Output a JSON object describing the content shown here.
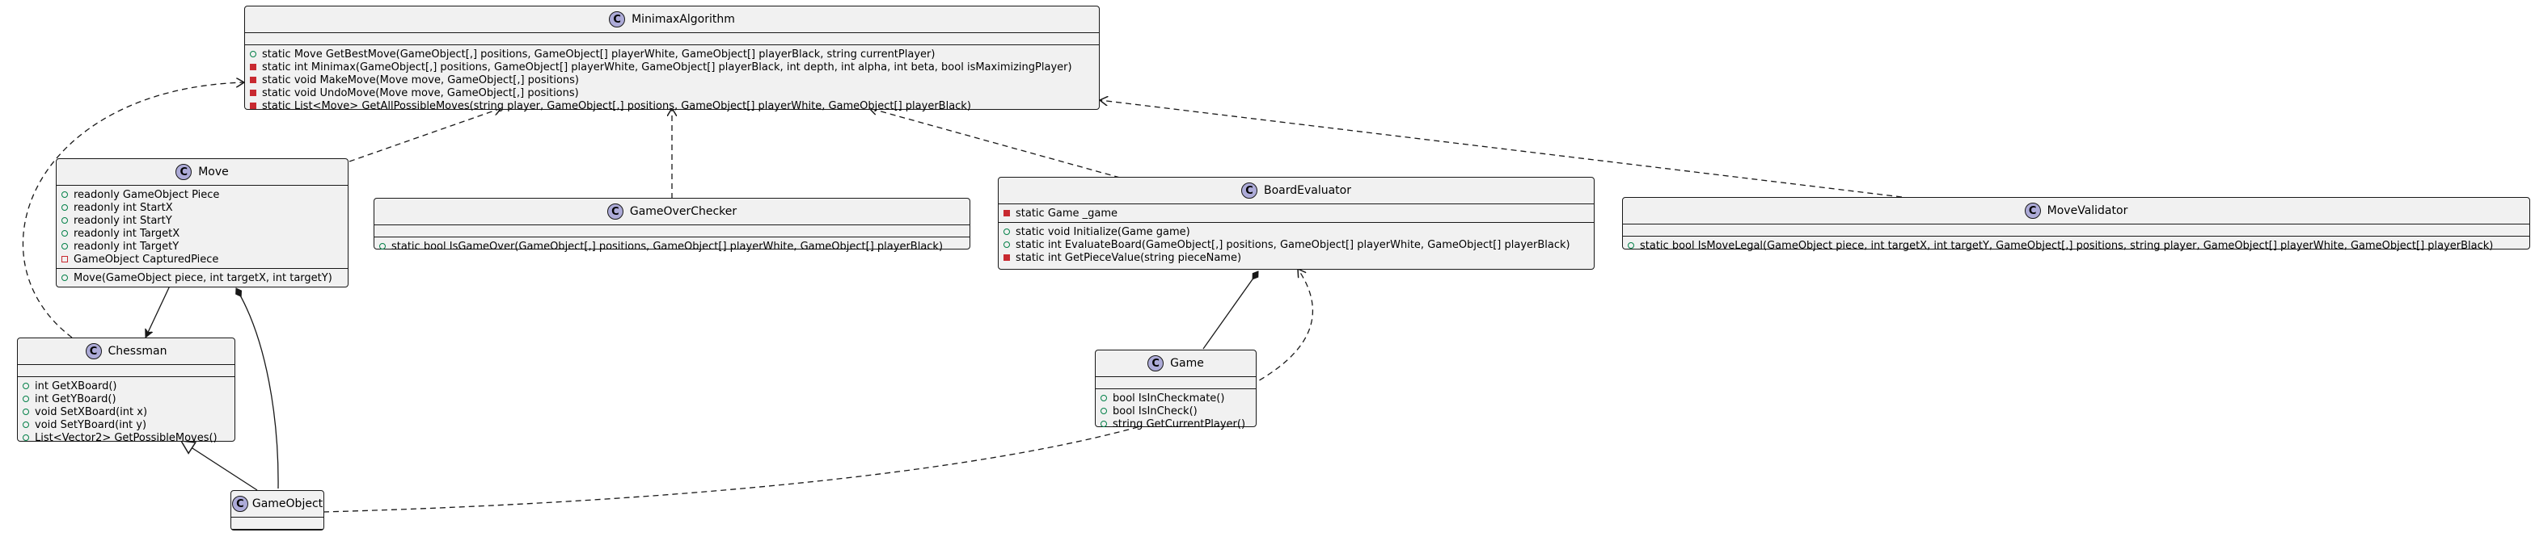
{
  "classes": [
    {
      "id": "minimax",
      "name": "MinimaxAlgorithm",
      "fields": [],
      "methods": [
        {
          "vis": "public",
          "text": "static Move GetBestMove(GameObject[,] positions, GameObject[] playerWhite, GameObject[] playerBlack, string currentPlayer)"
        },
        {
          "vis": "private",
          "text": "static int Minimax(GameObject[,] positions, GameObject[] playerWhite, GameObject[] playerBlack, int depth, int alpha, int beta, bool isMaximizingPlayer)"
        },
        {
          "vis": "private",
          "text": "static void MakeMove(Move move, GameObject[,] positions)"
        },
        {
          "vis": "private",
          "text": "static void UndoMove(Move move, GameObject[,] positions)"
        },
        {
          "vis": "private",
          "text": "static List<Move> GetAllPossibleMoves(string player, GameObject[,] positions, GameObject[] playerWhite, GameObject[] playerBlack)"
        }
      ]
    },
    {
      "id": "move",
      "name": "Move",
      "fields": [
        {
          "vis": "public",
          "text": "readonly GameObject Piece"
        },
        {
          "vis": "public",
          "text": "readonly int StartX"
        },
        {
          "vis": "public",
          "text": "readonly int StartY"
        },
        {
          "vis": "public",
          "text": "readonly int TargetX"
        },
        {
          "vis": "public",
          "text": "readonly int TargetY"
        },
        {
          "vis": "private",
          "text": "GameObject CapturedPiece"
        }
      ],
      "methods": [
        {
          "vis": "public",
          "text": "Move(GameObject piece, int targetX, int targetY)"
        }
      ]
    },
    {
      "id": "gameover",
      "name": "GameOverChecker",
      "fields": [],
      "methods": [
        {
          "vis": "public",
          "text": "static bool IsGameOver(GameObject[,] positions, GameObject[] playerWhite, GameObject[] playerBlack)"
        }
      ]
    },
    {
      "id": "evaluator",
      "name": "BoardEvaluator",
      "fields": [
        {
          "vis": "private",
          "text": "static Game _game"
        }
      ],
      "methods": [
        {
          "vis": "public",
          "text": "static void Initialize(Game game)"
        },
        {
          "vis": "public",
          "text": "static int EvaluateBoard(GameObject[,] positions, GameObject[] playerWhite, GameObject[] playerBlack)"
        },
        {
          "vis": "private",
          "text": "static int GetPieceValue(string pieceName)"
        }
      ]
    },
    {
      "id": "validator",
      "name": "MoveValidator",
      "fields": [],
      "methods": [
        {
          "vis": "public",
          "text": "static bool IsMoveLegal(GameObject piece, int targetX, int targetY, GameObject[,] positions, string player, GameObject[] playerWhite, GameObject[] playerBlack)"
        }
      ]
    },
    {
      "id": "chessman",
      "name": "Chessman",
      "fields": [],
      "methods": [
        {
          "vis": "public",
          "text": "int GetXBoard()"
        },
        {
          "vis": "public",
          "text": "int GetYBoard()"
        },
        {
          "vis": "public",
          "text": "void SetXBoard(int x)"
        },
        {
          "vis": "public",
          "text": "void SetYBoard(int y)"
        },
        {
          "vis": "public",
          "text": "List<Vector2> GetPossibleMoves()"
        }
      ]
    },
    {
      "id": "game",
      "name": "Game",
      "fields": [],
      "methods": [
        {
          "vis": "public",
          "text": "bool IsInCheckmate()"
        },
        {
          "vis": "public",
          "text": "bool IsInCheck()"
        },
        {
          "vis": "public",
          "text": "string GetCurrentPlayer()"
        }
      ]
    },
    {
      "id": "gameobject",
      "name": "GameObject",
      "fields": [],
      "methods": []
    }
  ],
  "relations": [
    {
      "from": "move",
      "to": "minimax",
      "kind": "dependency"
    },
    {
      "from": "gameover",
      "to": "minimax",
      "kind": "dependency"
    },
    {
      "from": "evaluator",
      "to": "minimax",
      "kind": "dependency"
    },
    {
      "from": "validator",
      "to": "minimax",
      "kind": "dependency"
    },
    {
      "from": "chessman",
      "to": "minimax",
      "kind": "dependency"
    },
    {
      "from": "move",
      "to": "chessman",
      "kind": "association"
    },
    {
      "from": "move",
      "to": "gameobject",
      "kind": "composition"
    },
    {
      "from": "gameobject",
      "to": "chessman",
      "kind": "inheritance"
    },
    {
      "from": "evaluator",
      "to": "game",
      "kind": "composition"
    },
    {
      "from": "gameobject",
      "to": "evaluator",
      "kind": "dependency"
    }
  ],
  "colors": {
    "class_fill": "#f1f1f1",
    "badge_fill": "#adabd8",
    "public_marker": "#038048",
    "private_marker": "#c82930",
    "line": "#181818"
  }
}
